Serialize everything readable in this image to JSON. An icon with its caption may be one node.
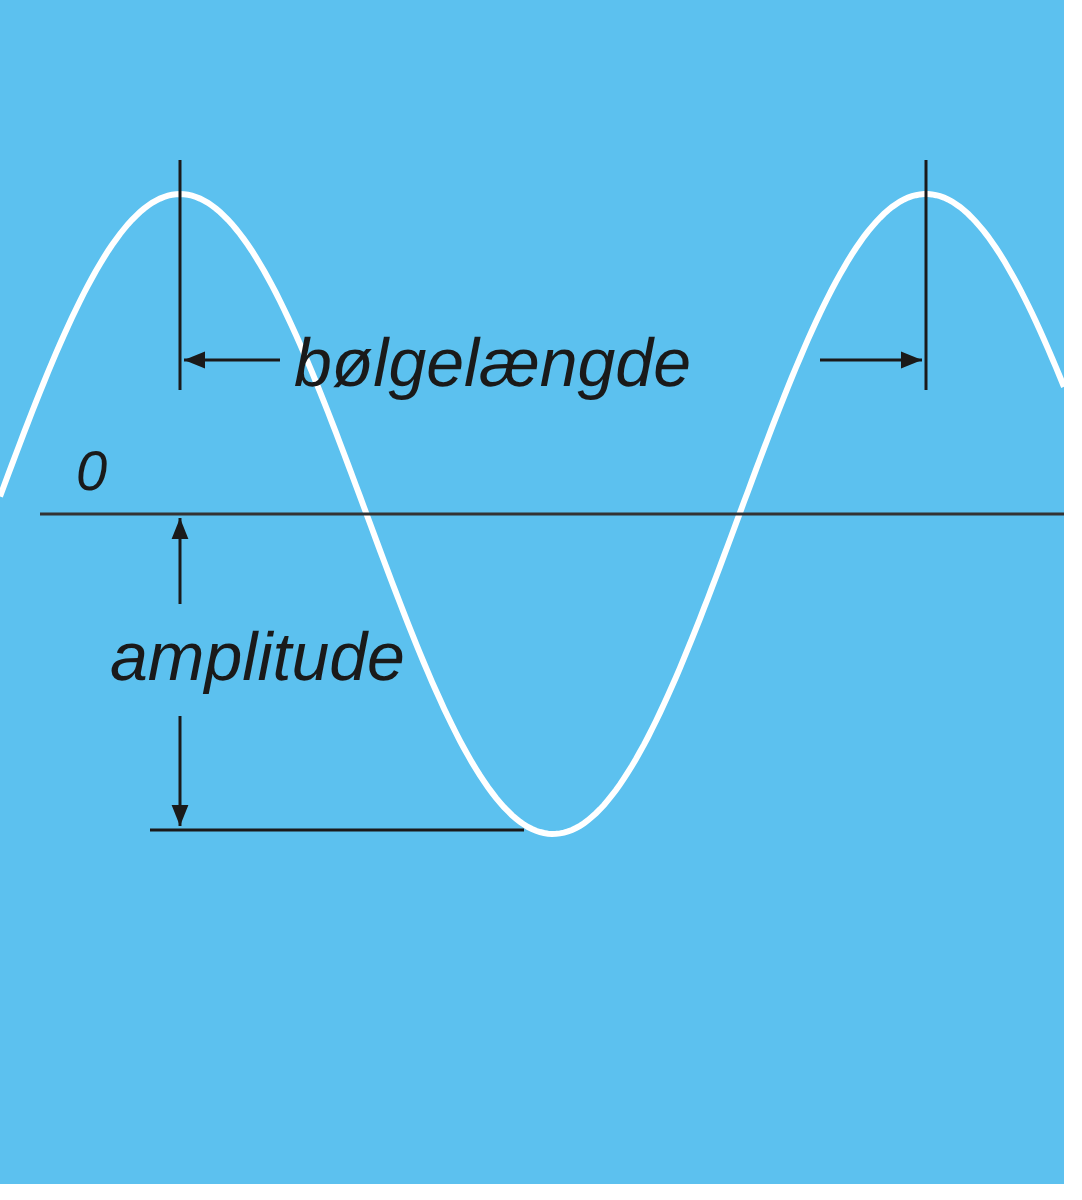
{
  "diagram": {
    "labels": [
      "bølgelængde",
      "0",
      "amplitude"
    ]
  }
}
